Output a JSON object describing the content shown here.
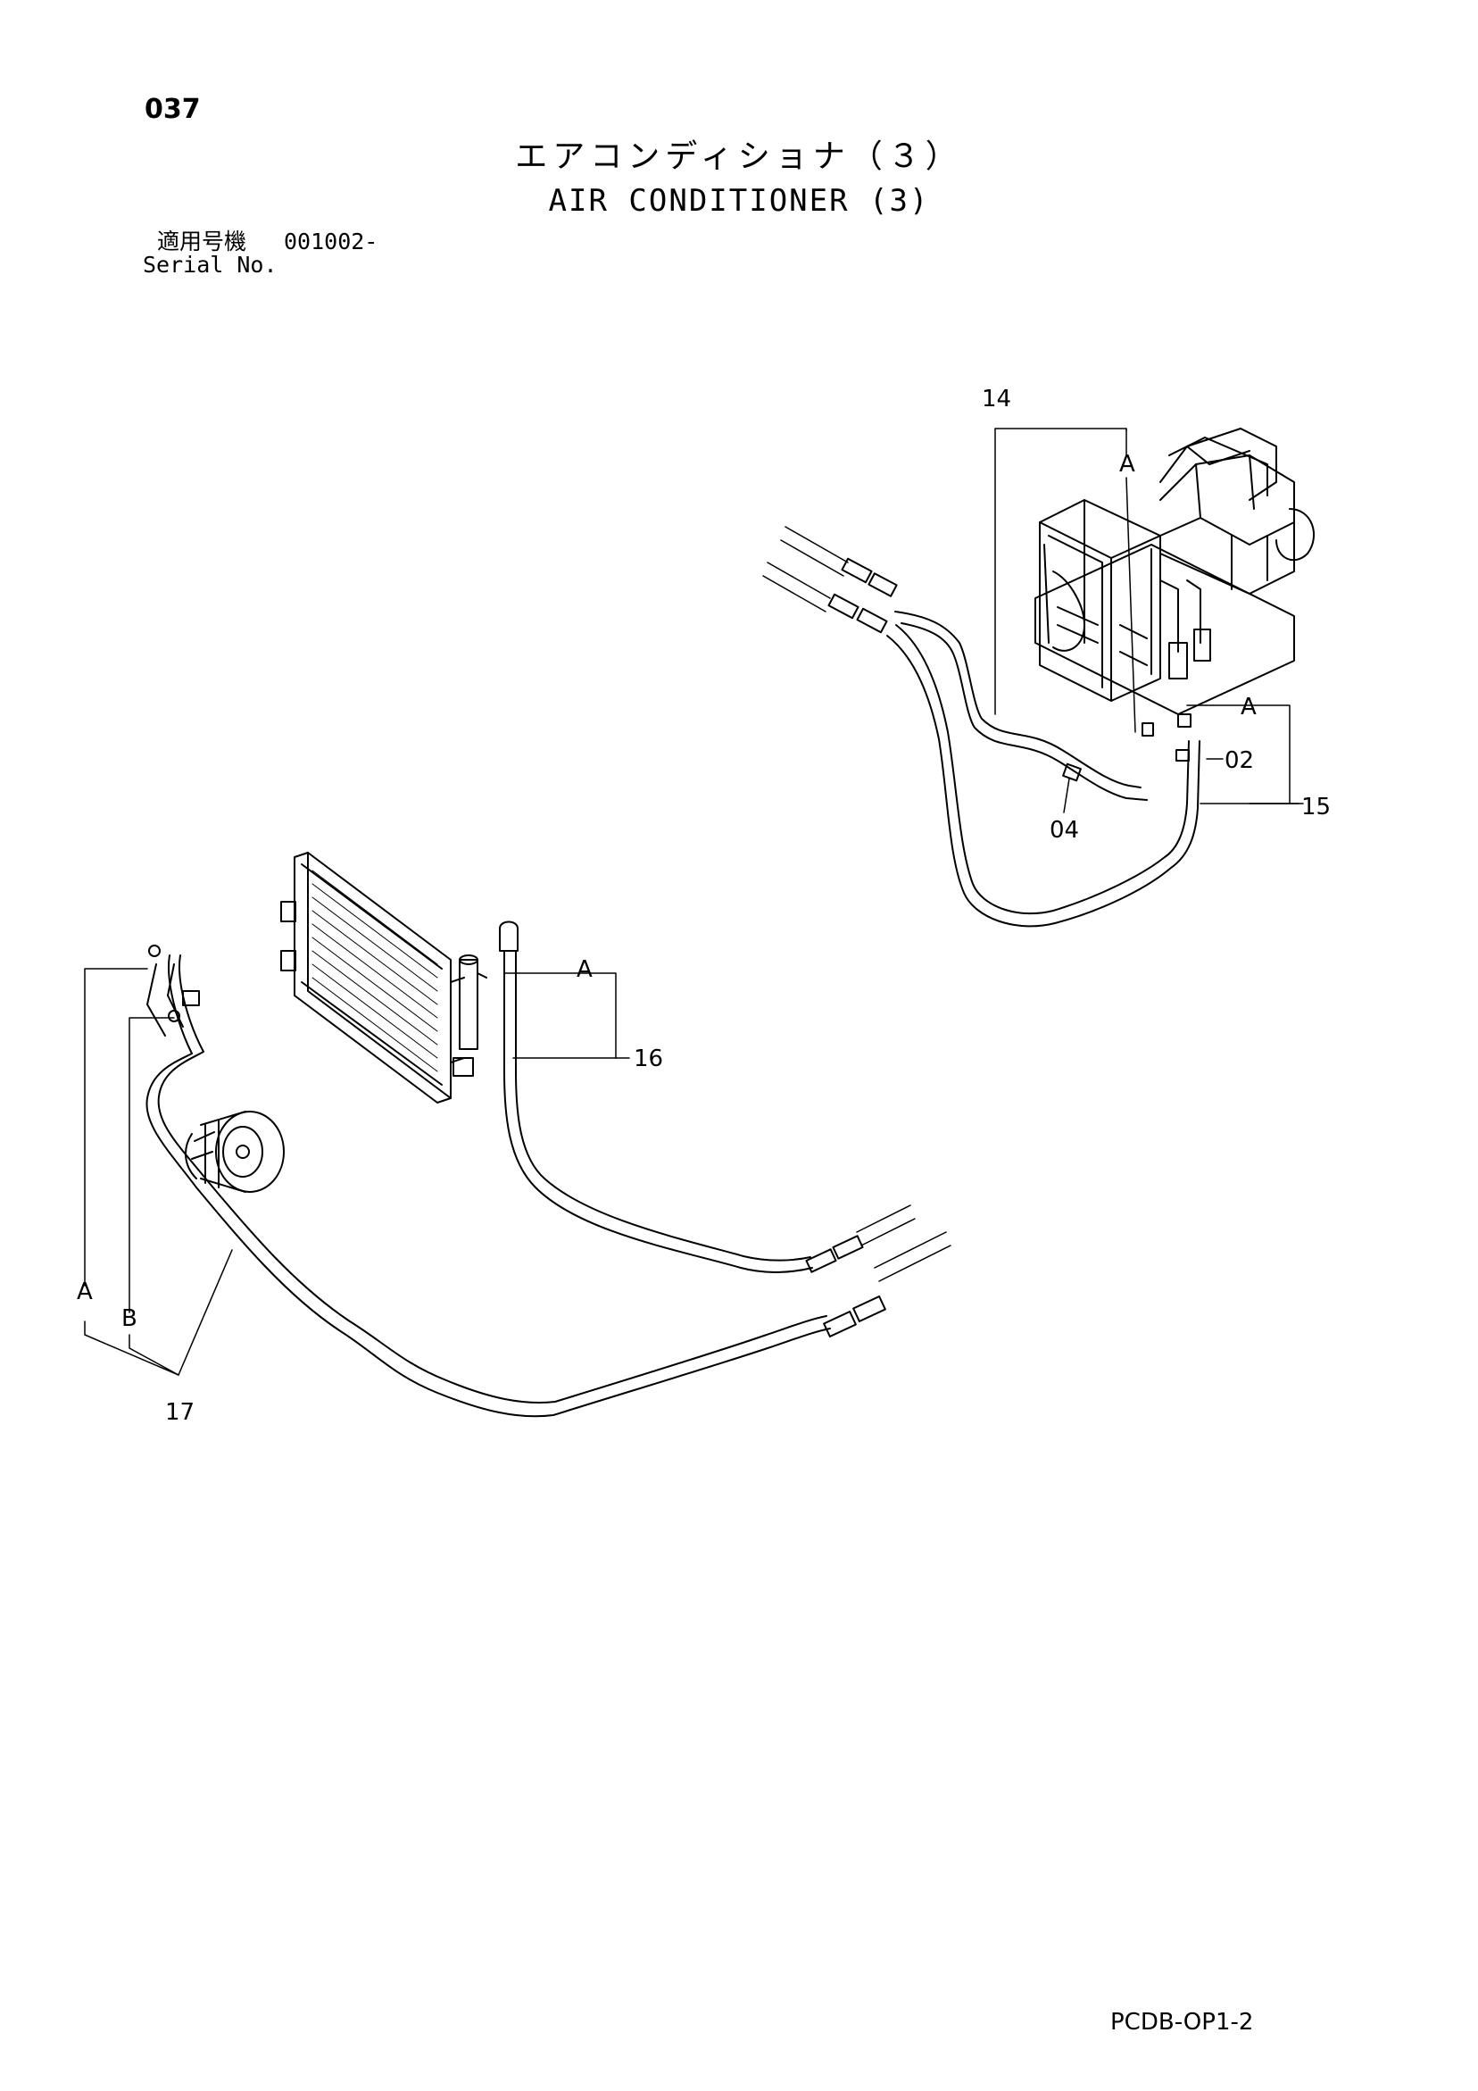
{
  "header": {
    "page_number": "037",
    "title_ja": "エアコンディショナ（３）",
    "title_en": "AIR CONDITIONER (3)",
    "serial_label_ja": "適用号機",
    "serial_value": "001002-",
    "serial_label_en": "Serial No."
  },
  "callouts": {
    "c14": "14",
    "a_top": "A",
    "a_right": "A",
    "c02": "02",
    "c04": "04",
    "c15": "15",
    "a_mid": "A",
    "c16": "16",
    "a_left": "A",
    "b_left": "B",
    "c17": "17"
  },
  "footer": {
    "doc_code": "PCDB-OP1-2"
  }
}
